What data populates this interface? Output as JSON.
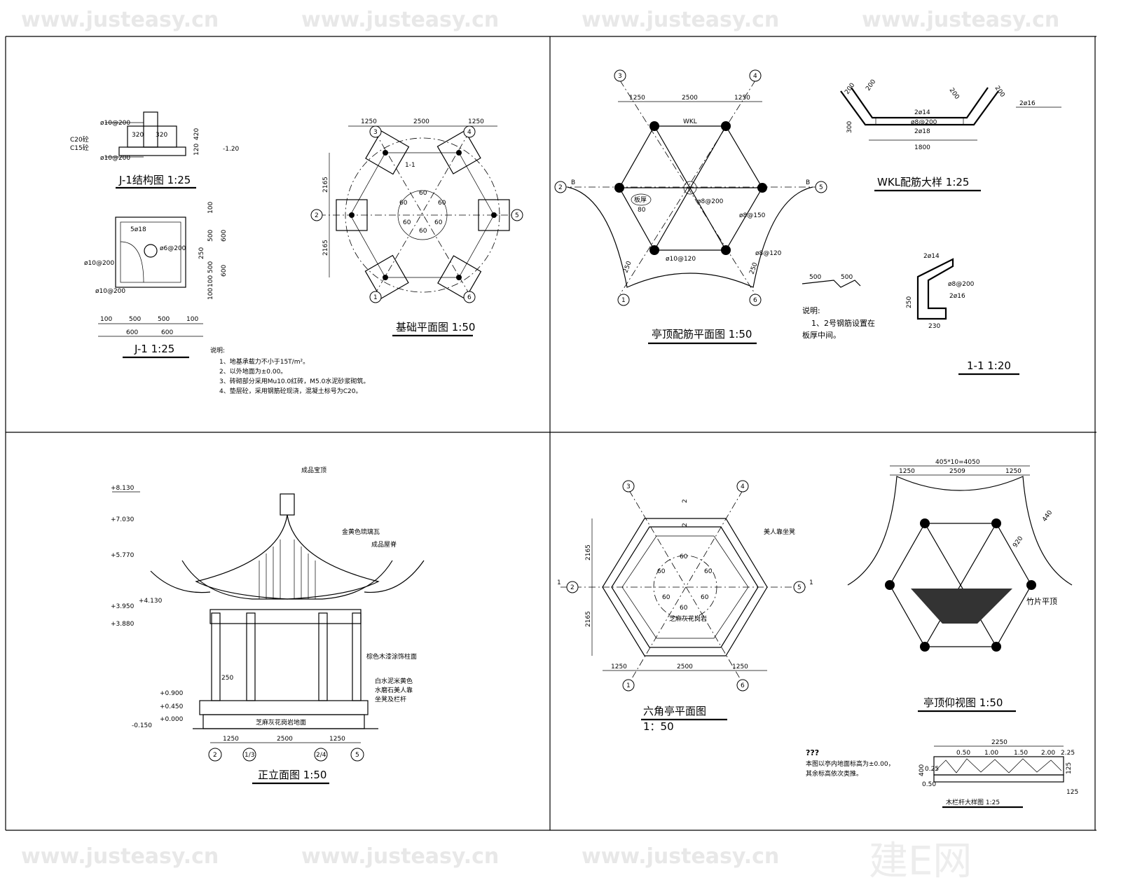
{
  "watermark": {
    "text": "www.justeasy.cn",
    "logo": "建E网"
  },
  "panel_foundation": {
    "j1_section_title": "J-1结构图 1:25",
    "j1_section_labels": [
      "ø10@200",
      "C20砼",
      "C15砼",
      "ø10@200",
      "320",
      "320",
      "120",
      "420",
      "-1.20"
    ],
    "j1_plan_title": "J-1   1:25",
    "j1_plan_labels": [
      "5ø18",
      "ø6@200",
      "ø10@200",
      "ø10@200",
      "250",
      "100",
      "500",
      "600",
      "100",
      "500",
      "600",
      "100"
    ],
    "j1_plan_dims_bottom": [
      "100",
      "500",
      "500",
      "100",
      "600",
      "600"
    ],
    "notes_heading": "说明:",
    "notes": [
      "1、地基承载力不小于15T/m²。",
      "2、以外地面为±0.00。",
      "3、砖砌部分采用Mu10.0红砖，M5.0水泥砂浆砌筑。",
      "4、垫层砼，采用钢筋砼现浇，混凝土标号为C20。"
    ],
    "plan_title": "基础平面图 1:50",
    "plan_dims_top": [
      "1250",
      "2500",
      "1250"
    ],
    "plan_dims_left": [
      "2165",
      "2165"
    ],
    "angles": [
      "60",
      "60",
      "60",
      "60",
      "60",
      "60"
    ],
    "axes": [
      "1",
      "2",
      "3",
      "4",
      "5",
      "6"
    ],
    "section_mark": "1-1"
  },
  "panel_roof_rebar": {
    "title": "亭顶配筋平面图   1:50",
    "dims_top": [
      "1250",
      "2500",
      "1250"
    ],
    "beam_label": "WKL",
    "axis_b": "B",
    "axes": [
      "1",
      "2",
      "3",
      "4",
      "5",
      "6"
    ],
    "labels": [
      "板厚",
      "80",
      "ø8@200",
      "ø8@150",
      "ø10@120",
      "ø8@120",
      "250",
      "250"
    ],
    "wkl_title": "WKL配筋大样   1:25",
    "wkl_labels": [
      "200",
      "200",
      "200",
      "200",
      "300",
      "2ø14",
      "2ø18",
      "ø8@200",
      "1800",
      "2ø16"
    ],
    "section_title": "1-1   1:20",
    "section_labels": [
      "2ø14",
      "ø8@200",
      "2ø16",
      "250",
      "230"
    ],
    "bar_dims": [
      "500",
      "500"
    ],
    "notes_heading": "说明:",
    "notes": [
      "1、2号钢筋设置在",
      "板厚中间。"
    ]
  },
  "panel_elevation": {
    "title": "正立面图 1:50",
    "levels": [
      "+8.130",
      "+7.030",
      "+5.770",
      "+4.130",
      "+3.950",
      "+3.880",
      "+0.900",
      "+0.450",
      "+0.000",
      "-0.150"
    ],
    "callouts": [
      "成品宝顶",
      "金黄色琉璃瓦",
      "成品屋脊",
      "棕色木漆涂饰柱面",
      "白水泥米黄色",
      "水磨石美人靠",
      "坐凳及栏杆",
      "芝麻灰花岗岩地面"
    ],
    "column_dim": "250",
    "dims": [
      "1250",
      "2500",
      "1250"
    ],
    "axes": [
      "2",
      "1/3",
      "2/4",
      "5"
    ]
  },
  "panel_plan": {
    "title": "六角亭平面图",
    "scale": "1：50",
    "dims_left": [
      "2165",
      "2165"
    ],
    "dims_bottom": [
      "1250",
      "2500",
      "1250"
    ],
    "angles": [
      "60",
      "60",
      "60",
      "60",
      "60",
      "60"
    ],
    "callouts": [
      "美人靠坐凳",
      "芝麻灰花岗岩"
    ],
    "axes": [
      "1",
      "2",
      "3",
      "4",
      "5",
      "6"
    ],
    "section_marks": [
      "1",
      "1",
      "2",
      "2"
    ],
    "ceiling_title": "亭顶仰视图     1:50",
    "ceiling_dims": [
      "405*10=4050",
      "1250",
      "2509",
      "1250",
      "440",
      "920"
    ],
    "ceiling_callout": "竹片平顶",
    "notes_heading": "???",
    "notes": [
      "本图以亭内地面标高为±0.00，",
      "其余标高依次类推。"
    ],
    "railing_title": "木栏杆大样图 1:25",
    "railing_dims": [
      "2250",
      "0.50",
      "1.00",
      "1.50",
      "2.00",
      "2.25",
      "400",
      "0.25",
      "0.50",
      "125",
      "125"
    ]
  }
}
